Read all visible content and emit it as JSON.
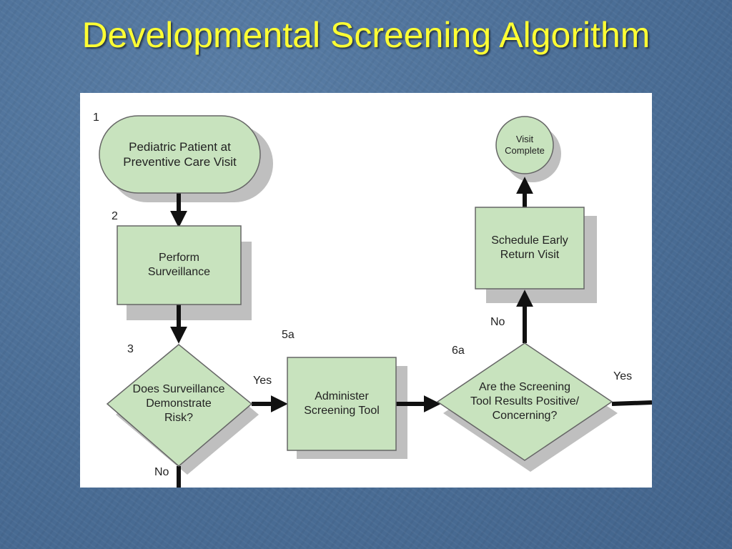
{
  "slide": {
    "title": "Developmental Screening Algorithm",
    "title_color": "#ffff33",
    "background_color": "#4a6c93"
  },
  "diagram": {
    "fill_color": "#c8e3be",
    "shadow_color": "#bfbfbf",
    "nodes": [
      {
        "id": "start",
        "step": "1",
        "shape": "rounded",
        "text": "Pediatric Patient at\nPreventive Care Visit"
      },
      {
        "id": "surveillance",
        "step": "2",
        "shape": "box",
        "text": "Perform\nSurveillance"
      },
      {
        "id": "risk-decision",
        "step": "3",
        "shape": "diamond",
        "text": "Does Surveillance\nDemonstrate\nRisk?"
      },
      {
        "id": "screening-tool",
        "step": "5a",
        "shape": "box",
        "text": "Administer\nScreening Tool"
      },
      {
        "id": "results-decision",
        "step": "6a",
        "shape": "diamond",
        "text": "Are the Screening\nTool Results Positive/\nConcerning?"
      },
      {
        "id": "early-return",
        "step": "",
        "shape": "box",
        "text": "Schedule Early\nReturn Visit"
      },
      {
        "id": "visit-complete",
        "step": "",
        "shape": "circle",
        "text": "Visit\nComplete"
      }
    ],
    "edge_labels": {
      "risk_yes": "Yes",
      "risk_no": "No",
      "results_no": "No",
      "results_yes": "Yes"
    }
  }
}
